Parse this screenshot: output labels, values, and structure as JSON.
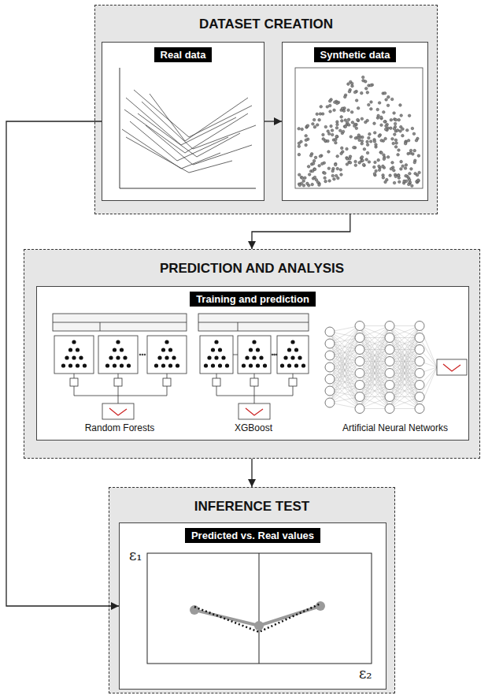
{
  "diagram": {
    "nodes": [
      {
        "text": [
          "DATASET CREATION"
        ]
      },
      {
        "text": [
          "Real data"
        ],
        "in": 0
      },
      {
        "text": [
          "Synthetic data"
        ],
        "in": 0
      },
      {
        "text": [
          "PREDICTION AND ANALYSIS"
        ]
      },
      {
        "text": [
          "Training and prediction"
        ],
        "in": 3
      },
      {
        "text": [
          "INFERENCE TEST"
        ]
      },
      {
        "text": [
          "Predicted vs. Real values"
        ],
        "in": 5
      }
    ],
    "edges": [
      {
        "from": 1,
        "to": 2,
        "arrow": "to"
      },
      {
        "from": 0,
        "to": 3,
        "arrow": "to"
      },
      {
        "from": 1,
        "to": 6,
        "arrow": "to"
      },
      {
        "from": 3,
        "to": 5,
        "arrow": "to"
      }
    ],
    "labels": [
      "Random Forests",
      "XGBoost",
      "Artificial Neural Networks",
      "ε₁",
      "ε₂"
    ]
  }
}
